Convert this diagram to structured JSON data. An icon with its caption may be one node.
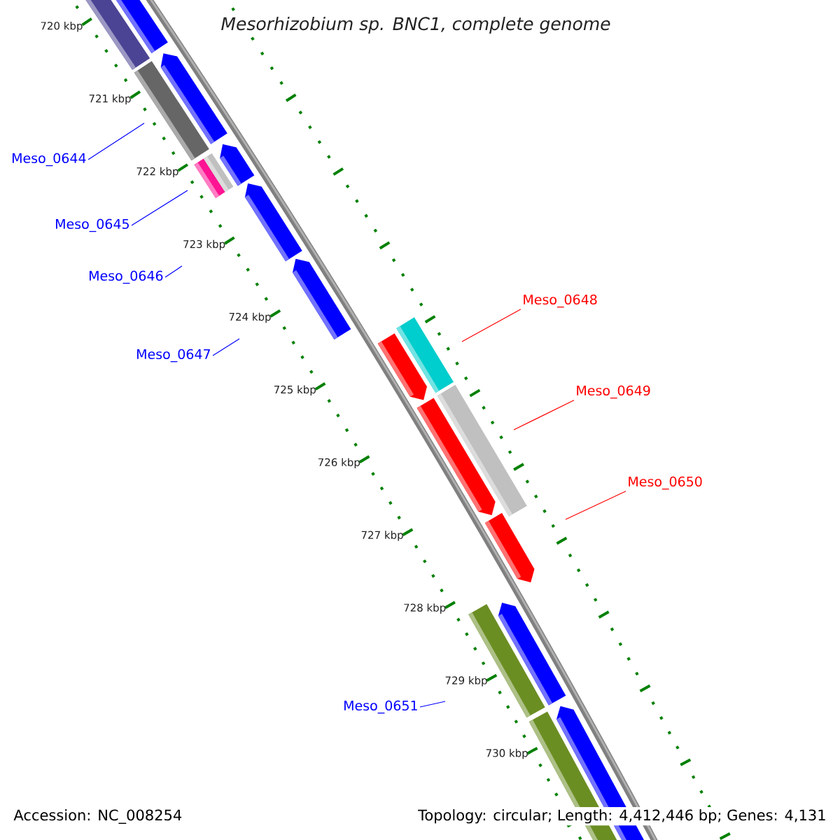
{
  "diagram": {
    "title": "Mesorhizobium sp. BNC1, complete genome",
    "nodes": [
      {
        "text": [
          "Meso_0644"
        ]
      },
      {
        "text": [
          "Meso_0645"
        ]
      },
      {
        "text": [
          "Meso_0646"
        ]
      },
      {
        "text": [
          "Meso_0647"
        ]
      },
      {
        "text": [
          "Meso_0648"
        ]
      },
      {
        "text": [
          "Meso_0649"
        ]
      },
      {
        "text": [
          "Meso_0650"
        ]
      },
      {
        "text": [
          "Meso_0651"
        ]
      }
    ],
    "edges": [
      {
        "from": 0,
        "to": null,
        "arrow": "none"
      },
      {
        "from": 1,
        "to": null,
        "arrow": "none"
      },
      {
        "from": 2,
        "to": null,
        "arrow": "none"
      },
      {
        "from": 3,
        "to": null,
        "arrow": "none"
      },
      {
        "from": 4,
        "to": null,
        "arrow": "none",
        "color": "#ff0000"
      },
      {
        "from": 5,
        "to": null,
        "arrow": "none",
        "color": "#ff0000"
      },
      {
        "from": 6,
        "to": null,
        "arrow": "none",
        "color": "#ff0000"
      },
      {
        "from": 7,
        "to": null,
        "arrow": "none"
      }
    ],
    "labels": [
      "720 kbp",
      "721 kbp",
      "722 kbp",
      "723 kbp",
      "724 kbp",
      "725 kbp",
      "726 kbp",
      "727 kbp",
      "728 kbp",
      "729 kbp",
      "730 kbp",
      "Accession: NC_008254",
      "Topology: circular; Length: 4,412,446 bp; Genes: 4,131"
    ]
  }
}
